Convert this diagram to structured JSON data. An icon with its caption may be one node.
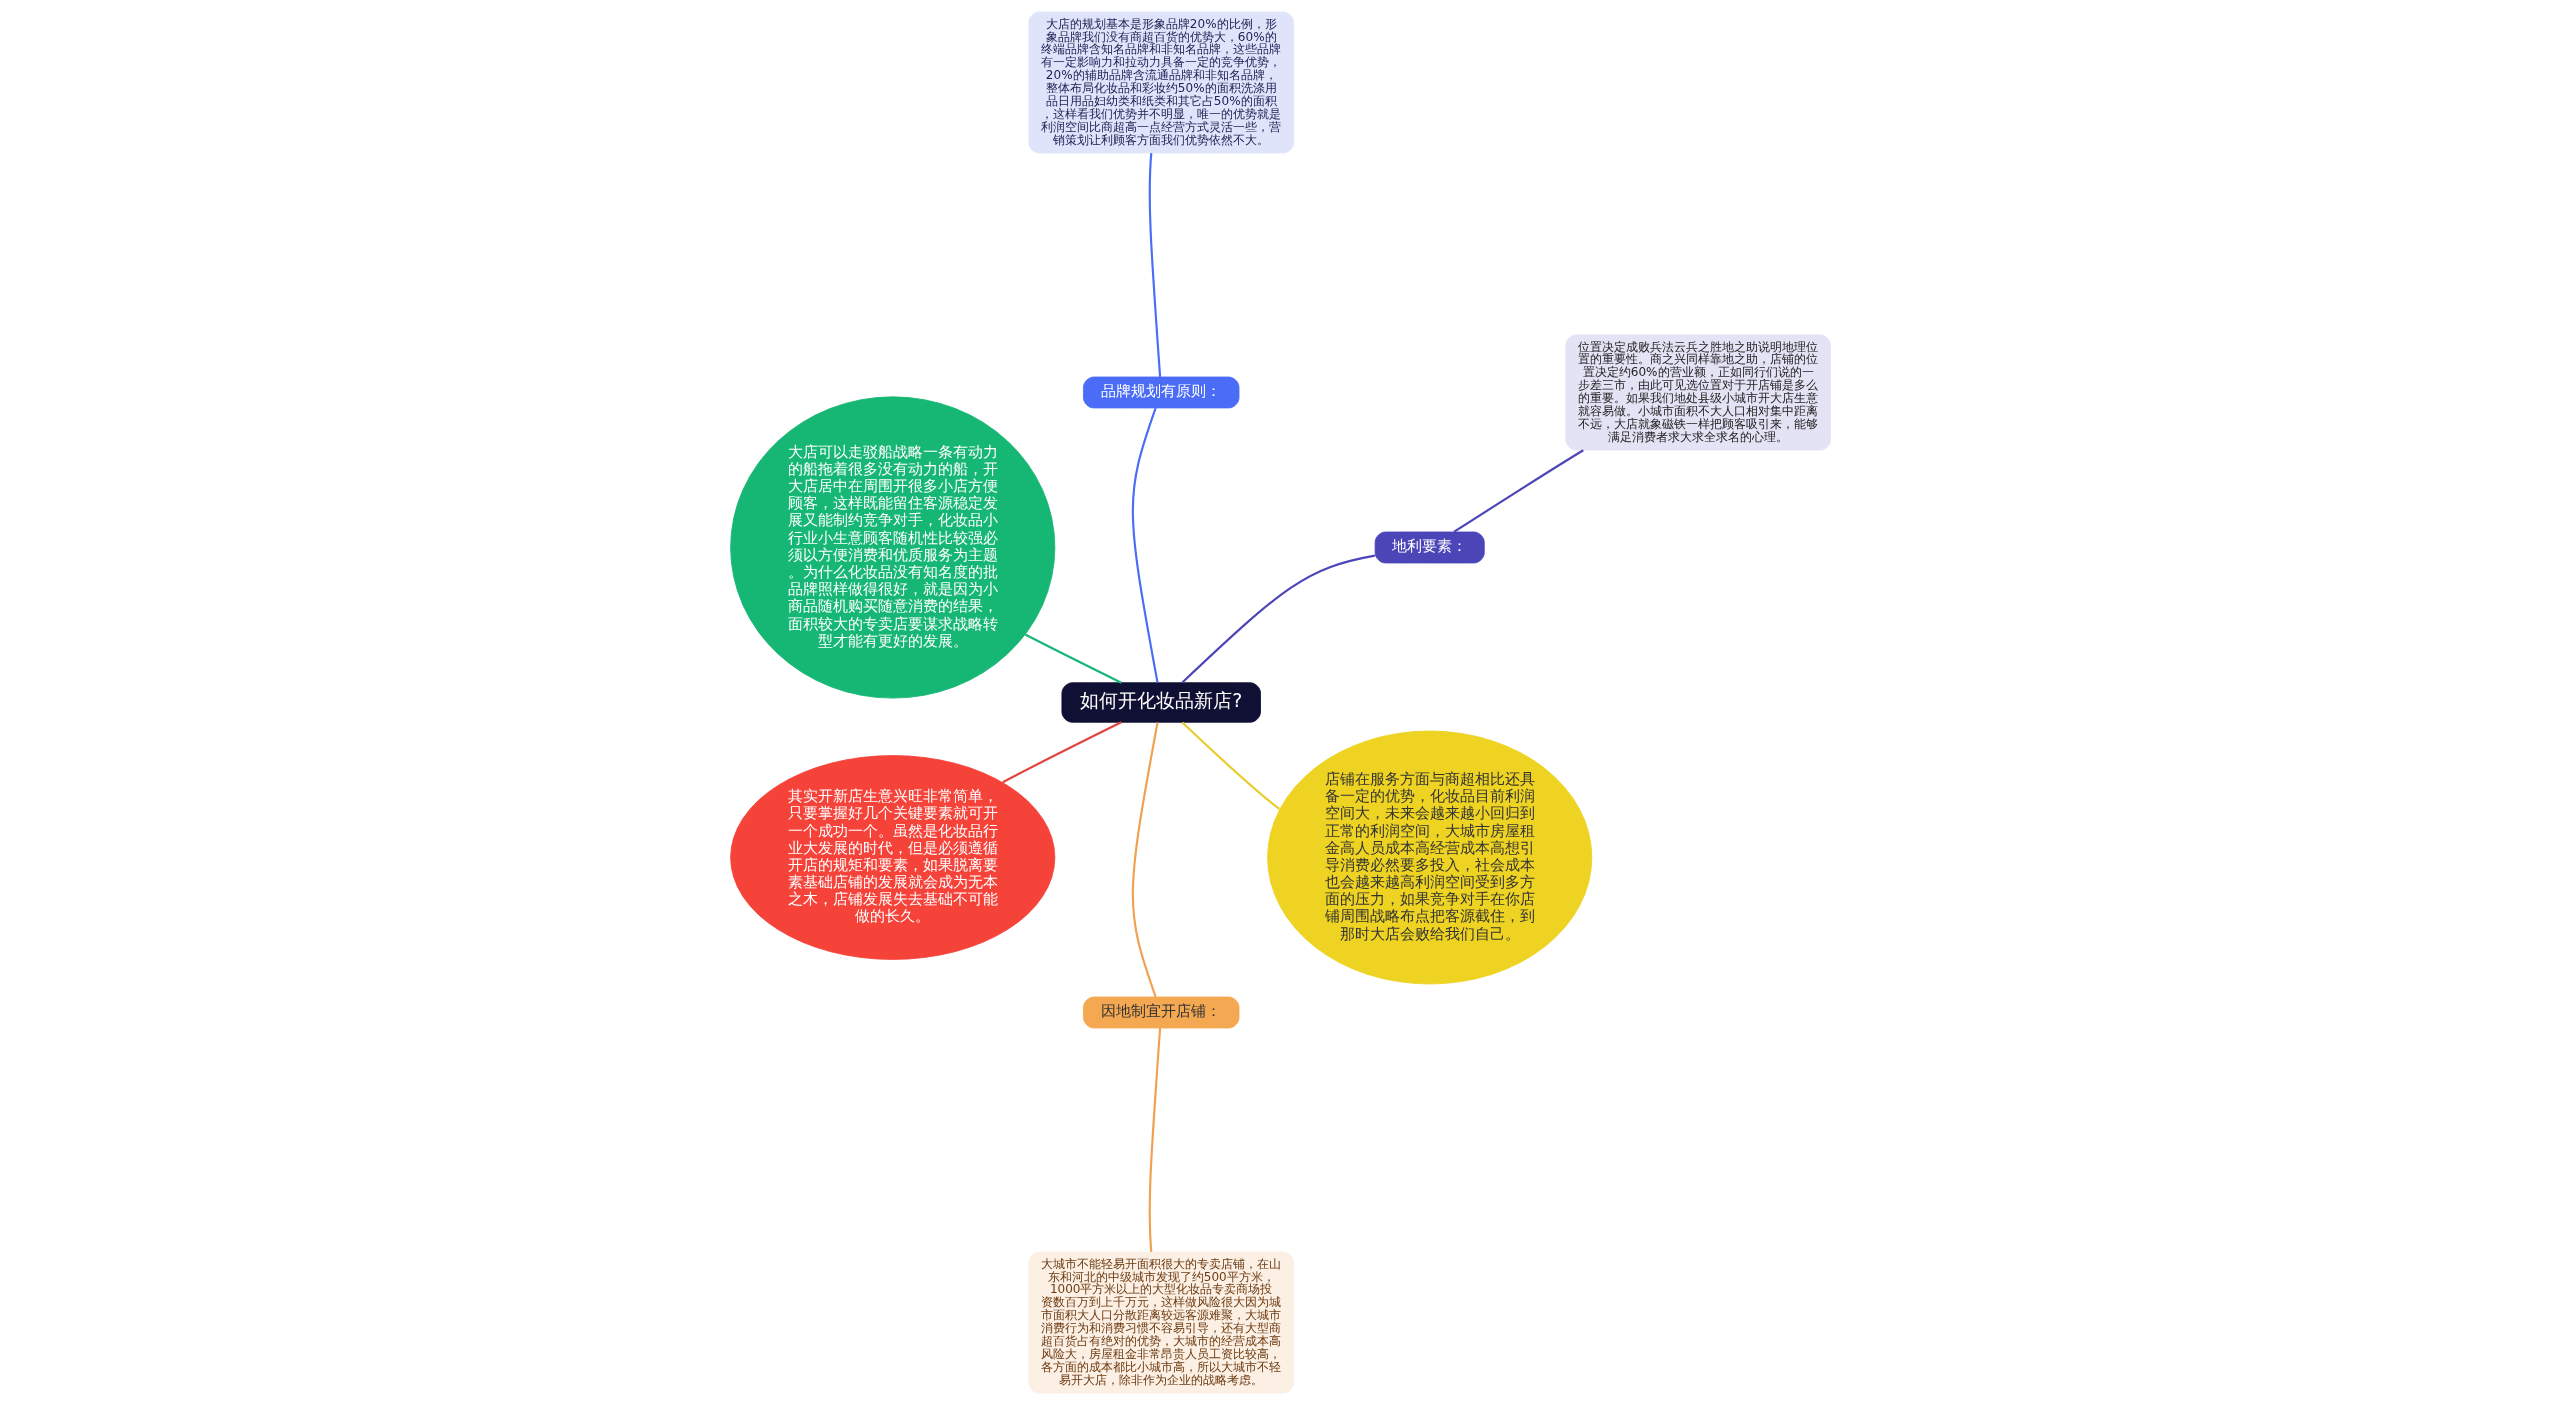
{
  "diagram": {
    "nodes": [
      {
        "text": [
          "如何开化妆品新店?"
        ]
      },
      {
        "text": [
          "地利要素："
        ]
      },
      {
        "text": [
          "位置决定成败兵法云兵之胜地之助说明地理位置的重要性。商之兴同样靠地之助，店铺的位置决定约60%的营业额，正如同行们说的一步差三市，由此可见选位置对于开店铺是多么的重要。如果我们地处县级小城市开大店生意就容易做。小城市面积不大人口相对集中距离不远，大店就象磁铁一样把顾客吸引来，能够满足消费者求大求全求名的心理。"
        ]
      },
      {
        "text": [
          "品牌规划有原则："
        ]
      },
      {
        "text": [
          "大店的规划基本是形象品牌20%的比例，形象品牌我们没有商超百货的优势大，60%的终端品牌含知名品牌和非知名品牌，这些品牌有一定影响力和拉动力具备一定的竞争优势，20%的辅助品牌含流通品牌和非知名品牌，整体布局化妆品和彩妆约50%的面积洗涤用品日用品妇幼类和纸类和其它占50%的面积，这样看我们优势并不明显，唯一的优势就是利润空间比商超高一点经营方式灵活一些，营销策划让利顾客方面我们优势依然不大。"
        ]
      },
      {
        "text": [
          "大店可以走驳船战略一条有动力的船拖着很多没有动力的船，开大店居中在周围开很多小店方便顾客，这样既能留住客源稳定发展又能制约竞争对手，化妆品小行业小生意顾客随机性比较强必须以方便消费和优质服务为主题。为什么化妆品没有知名度的批品牌照样做得很好，就是因为小商品随机购买随意消费的结果，面积较大的专卖店要谋求战略转型才能有更好的发展。"
        ]
      },
      {
        "text": [
          "其实开新店生意兴旺非常简单，只要掌握好几个关键要素就可开一个成功一个。虽然是化妆品行业大发展的时代，但是必须遵循开店的规矩和要素，如果脱离要素基础店铺的发展就会成为无本之木，店铺发展失去基础不可能做的长久。"
        ]
      },
      {
        "text": [
          "因地制宜开店铺："
        ]
      },
      {
        "text": [
          "大城市不能轻易开面积很大的专卖店铺，在山东和河北的中级城市发现了约500平方米，1000平方米以上的大型化妆品专卖商场投资数百万到上千万元，这样做风险很大因为城市面积大人口分散距离较远客源难聚，大城市消费行为和消费习惯不容易引导，还有大型商超百货占有绝对的优势，大城市的经营成本高风险大，房屋租金非常昂贵人员工资比较高，各方面的成本都比小城市高，所以大城市不轻易开大店，除非作为企业的战略考虑。"
        ]
      },
      {
        "text": [
          "店铺在服务方面与商超相比还具备一定的优势，化妆品目前利润空间大，未来会越来越小回归到正常的利润空间，大城市房屋租金高人员成本高经营成本高想引导消费必然要多投入，社会成本也会越来越高利润空间受到多方面的压力，如果竞争对手在你店铺周围战略布点把客源截住，到那时大店会败给我们自己。"
        ]
      }
    ],
    "edges": [
      {
        "from": 0,
        "to": 1,
        "arrow": "none",
        "color": "#4b45b8"
      },
      {
        "from": 1,
        "to": 2,
        "arrow": "none",
        "color": "#4b45b8"
      },
      {
        "from": 0,
        "to": 3,
        "arrow": "none",
        "color": "#4a6cf7"
      },
      {
        "from": 3,
        "to": 4,
        "arrow": "none",
        "color": "#4a6cf7"
      },
      {
        "from": 0,
        "to": 5,
        "arrow": "none",
        "color": "#16b774"
      },
      {
        "from": 0,
        "to": 6,
        "arrow": "none",
        "color": "#e0453b"
      },
      {
        "from": 0,
        "to": 7,
        "arrow": "none",
        "color": "#f0a050"
      },
      {
        "from": 7,
        "to": 8,
        "arrow": "none",
        "color": "#f0a050"
      },
      {
        "from": 0,
        "to": 9,
        "arrow": "none",
        "color": "#e8cc2a"
      }
    ]
  }
}
